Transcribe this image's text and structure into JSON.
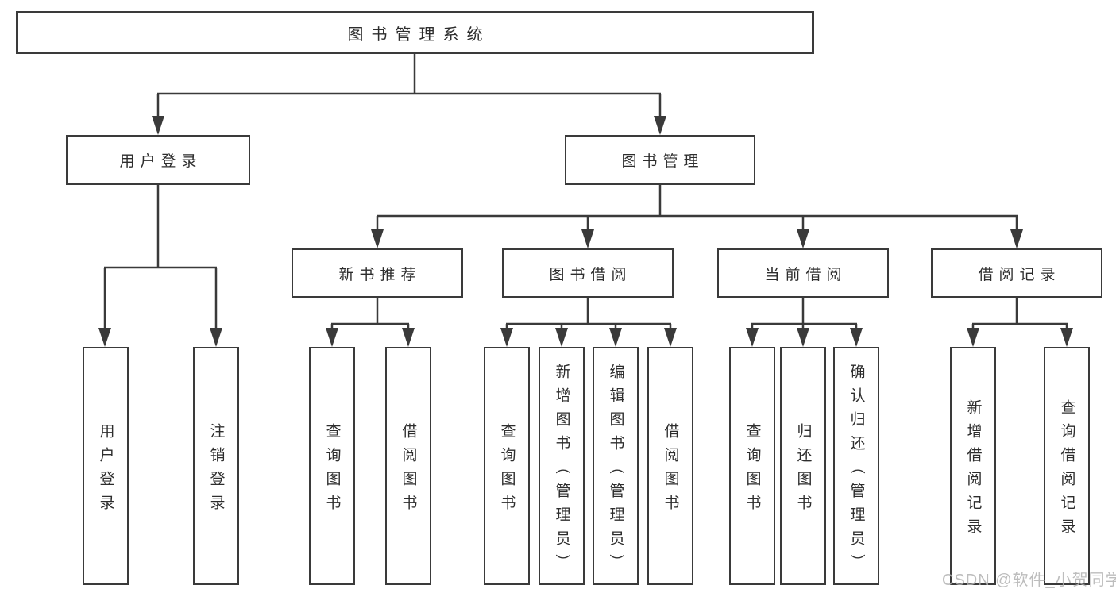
{
  "tree": {
    "root": {
      "label": "图书管理系统"
    },
    "children": [
      {
        "label": "用户登录",
        "children": [
          {
            "label": "用户登录"
          },
          {
            "label": "注销登录"
          }
        ]
      },
      {
        "label": "图书管理",
        "children": [
          {
            "label": "新书推荐",
            "children": [
              {
                "label": "查询图书"
              },
              {
                "label": "借阅图书"
              }
            ]
          },
          {
            "label": "图书借阅",
            "children": [
              {
                "label": "查询图书"
              },
              {
                "label": "新增图书（管理员）"
              },
              {
                "label": "编辑图书（管理员）"
              },
              {
                "label": "借阅图书"
              }
            ]
          },
          {
            "label": "当前借阅",
            "children": [
              {
                "label": "查询图书"
              },
              {
                "label": "归还图书"
              },
              {
                "label": "确认归还（管理员）"
              }
            ]
          },
          {
            "label": "借阅记录",
            "children": [
              {
                "label": "新增借阅记录"
              },
              {
                "label": "查询借阅记录"
              }
            ]
          }
        ]
      }
    ]
  },
  "watermark": {
    "text": "CSDN @软件_小贺同学"
  },
  "colors": {
    "line": "#3a3a3a",
    "border": "#3a3a3a",
    "text": "#2d2d2d",
    "background": "#ffffff",
    "watermark": "#b2b2b2"
  }
}
